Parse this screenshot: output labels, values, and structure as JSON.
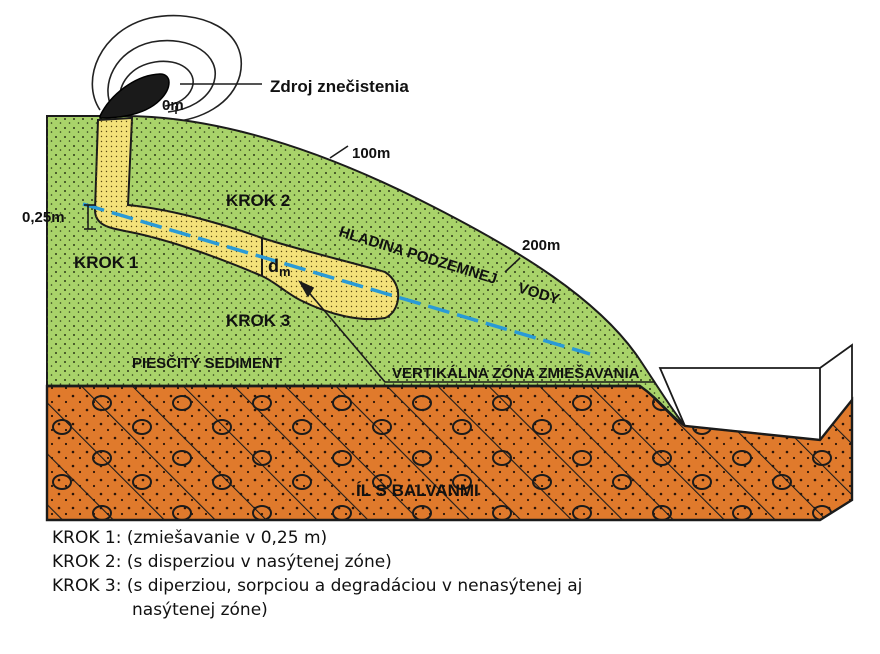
{
  "labels": {
    "source": "Zdroj znečistenia",
    "dist_0": "0m",
    "dist_100": "100m",
    "dist_200": "200m",
    "depth": "0,25m",
    "step1": "KROK 1",
    "step2": "KROK 2",
    "step3": "KROK 3",
    "dm": "d",
    "dm_sub": "m",
    "water_table_1": "HLADINA PODZEMNEJ",
    "water_table_2": "VODY",
    "vertical_zone": "VERTIKÁLNA ZÓNA ZMIEŠAVANIA",
    "sediment": "PIESČITÝ SEDIMENT",
    "clay": "ÍL S BALVANMI"
  },
  "legend": [
    "KROK 1: (zmiešavanie v 0,25 m)",
    "KROK 2: (s disperziou v nasýtenej zóne)",
    "KROK 3: (s diperziou, sorpciou a degradáciou v nenasýtenej aj",
    "nasýtenej zóne)"
  ],
  "colors": {
    "sediment": "#a9d36a",
    "clay": "#e07a2c",
    "plume": "#f4e27a",
    "water_table": "#2a9ad6",
    "source": "#1a1a1a"
  }
}
